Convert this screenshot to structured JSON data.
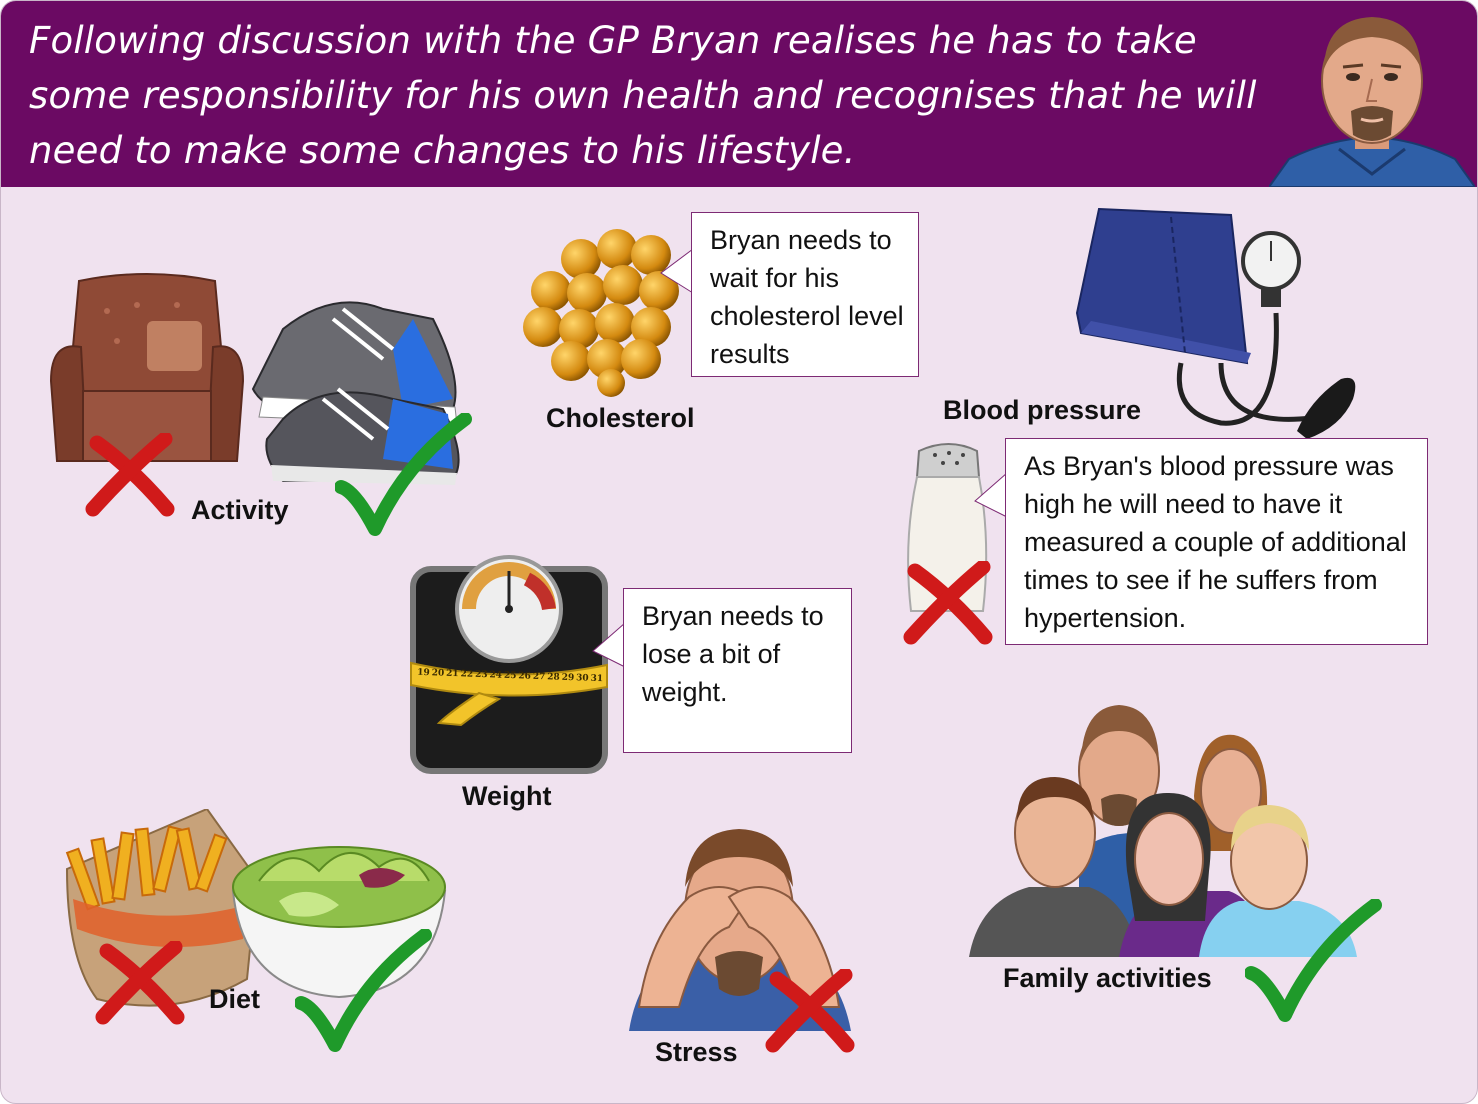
{
  "header": {
    "text": "Following discussion with the GP Bryan realises he has to take some responsibility for his own health and recognises that he will need to make some changes to his lifestyle."
  },
  "labels": {
    "activity": "Activity",
    "cholesterol": "Cholesterol",
    "blood_pressure": "Blood pressure",
    "weight": "Weight",
    "diet": "Diet",
    "stress": "Stress",
    "family_activities": "Family activities"
  },
  "bubbles": {
    "cholesterol": "Bryan needs to wait for his cholesterol level results",
    "blood_pressure": "As Bryan's blood pressure was high he will need to have it measured a couple of additional times to see if he suffers from hypertension.",
    "weight": "Bryan needs to lose a bit of weight."
  },
  "scale_tape_numbers": [
    "19",
    "20",
    "21",
    "22",
    "23",
    "24",
    "25",
    "26",
    "27",
    "28",
    "29",
    "30",
    "31"
  ],
  "colors": {
    "header_bg": "#6b0a63",
    "page_bg": "#f0e2ef",
    "cross": "#d01a1a",
    "tick": "#1f9a2a"
  }
}
